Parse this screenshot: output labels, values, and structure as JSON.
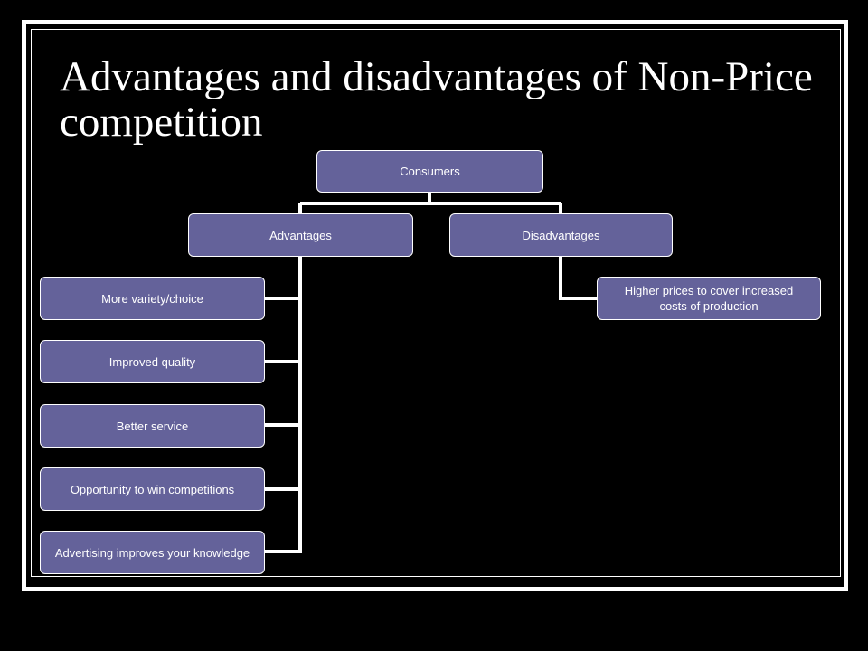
{
  "slide": {
    "title": "Advantages and disadvantages of Non-Price competition"
  },
  "diagram": {
    "root": "Consumers",
    "advantages": {
      "label": "Advantages",
      "items": [
        "More variety/choice",
        "Improved quality",
        "Better service",
        "Opportunity to win competitions",
        "Advertising improves your knowledge"
      ]
    },
    "disadvantages": {
      "label": "Disadvantages",
      "items": [
        "Higher prices to cover increased costs of production"
      ]
    }
  },
  "colors": {
    "background": "#000000",
    "node_fill": "#64629a",
    "node_border": "#ffffff",
    "connector": "#ffffff",
    "title_rule": "#7a1010"
  }
}
